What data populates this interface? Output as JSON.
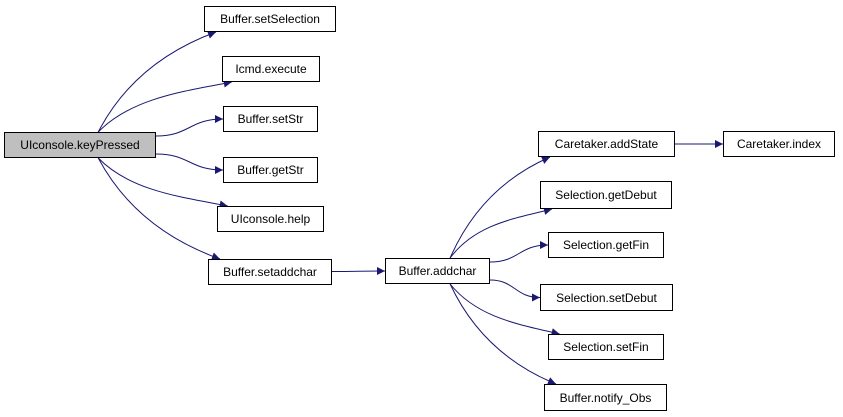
{
  "colors": {
    "edge": "#191970",
    "node_border": "#000000",
    "node_fill": "#ffffff",
    "root_fill": "#bfbfbf"
  },
  "nodes": {
    "keypressed": "UIconsole.keyPressed",
    "setselection": "Buffer.setSelection",
    "icmd_execute": "Icmd.execute",
    "setstr": "Buffer.setStr",
    "getstr": "Buffer.getStr",
    "help": "UIconsole.help",
    "setaddchar": "Buffer.setaddchar",
    "addchar": "Buffer.addchar",
    "addstate": "Caretaker.addState",
    "index": "Caretaker.index",
    "getdebut": "Selection.getDebut",
    "getfin": "Selection.getFin",
    "setdebut": "Selection.setDebut",
    "setfin": "Selection.setFin",
    "notify": "Buffer.notify_Obs"
  },
  "edges": [
    [
      "keypressed",
      "setselection"
    ],
    [
      "keypressed",
      "icmd_execute"
    ],
    [
      "keypressed",
      "setstr"
    ],
    [
      "keypressed",
      "getstr"
    ],
    [
      "keypressed",
      "help"
    ],
    [
      "keypressed",
      "setaddchar"
    ],
    [
      "setaddchar",
      "addchar"
    ],
    [
      "addchar",
      "addstate"
    ],
    [
      "addchar",
      "getdebut"
    ],
    [
      "addchar",
      "getfin"
    ],
    [
      "addchar",
      "setdebut"
    ],
    [
      "addchar",
      "setfin"
    ],
    [
      "addchar",
      "notify"
    ],
    [
      "addstate",
      "index"
    ]
  ]
}
